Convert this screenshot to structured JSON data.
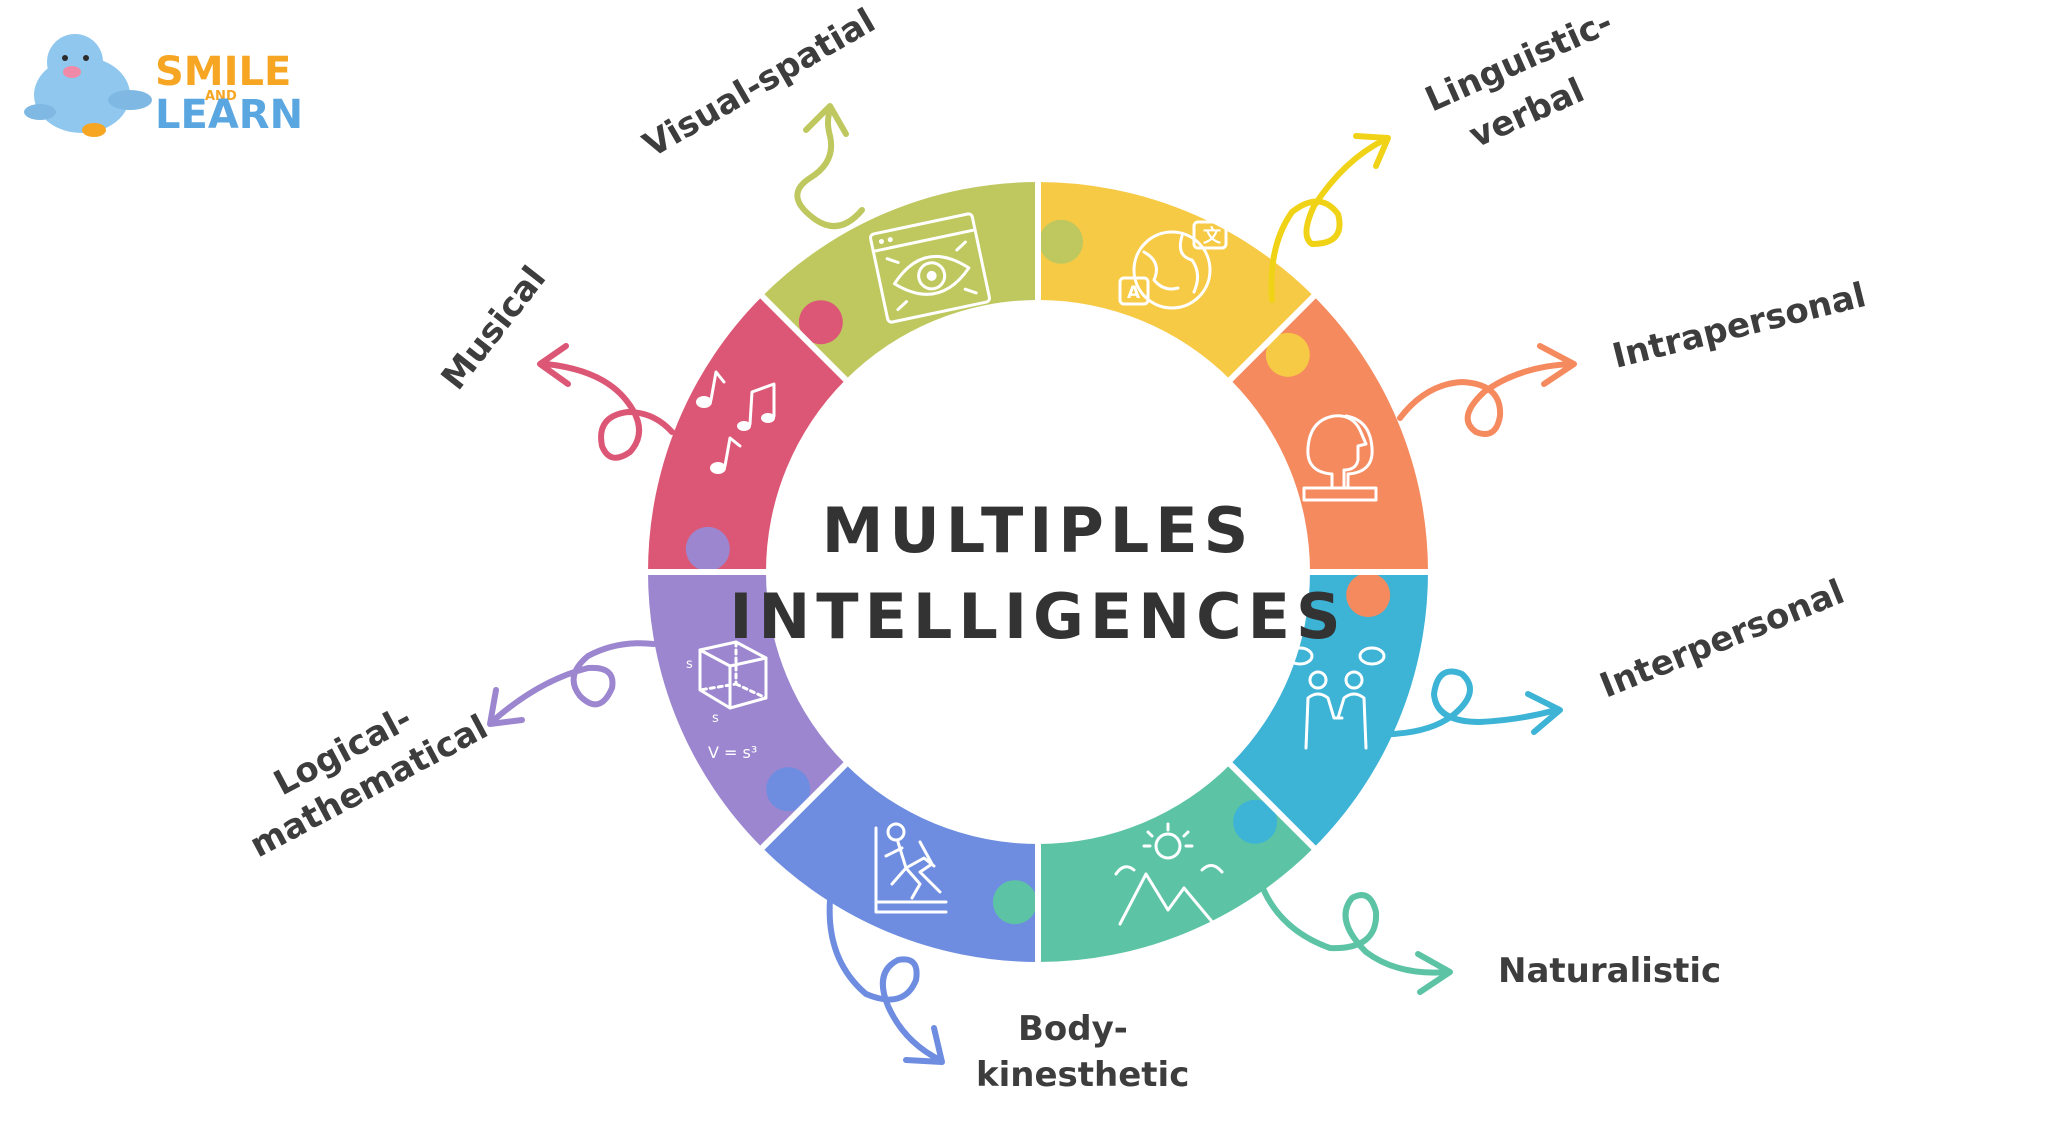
{
  "logo": {
    "line1": "SMILE",
    "line2": "AND",
    "line3": "LEARN",
    "color_orange": "#f6a623",
    "color_blue": "#5aa6e0"
  },
  "center": {
    "line1": "MULTIPLES",
    "line2": "INTELLIGENCES"
  },
  "segments": [
    {
      "id": "visual",
      "label": "Visual-spatial",
      "color": "#bfc85f",
      "icon": "eye-window-icon"
    },
    {
      "id": "linguistic",
      "label_line1": "Linguistic-",
      "label_line2": "verbal",
      "color": "#f7ca46",
      "icon": "globe-speech-icon"
    },
    {
      "id": "intrapersonal",
      "label": "Intrapersonal",
      "color": "#f58a5f",
      "icon": "two-heads-icon"
    },
    {
      "id": "interpersonal",
      "label": "Interpersonal",
      "color": "#3db3d6",
      "icon": "people-talking-icon"
    },
    {
      "id": "naturalistic",
      "label": "Naturalistic",
      "color": "#5cc4a5",
      "icon": "mountain-sun-icon"
    },
    {
      "id": "body",
      "label_line1": "Body-",
      "label_line2": "kinesthetic",
      "color": "#6f8de0",
      "icon": "climber-icon"
    },
    {
      "id": "logical",
      "label_line1": "Logical-",
      "label_line2": "mathematical",
      "color": "#9c86cf",
      "icon": "cube-formula-icon",
      "formula": "V = s³",
      "s_label": "s"
    },
    {
      "id": "musical",
      "label": "Musical",
      "color": "#dc5775",
      "icon": "music-notes-icon"
    }
  ]
}
